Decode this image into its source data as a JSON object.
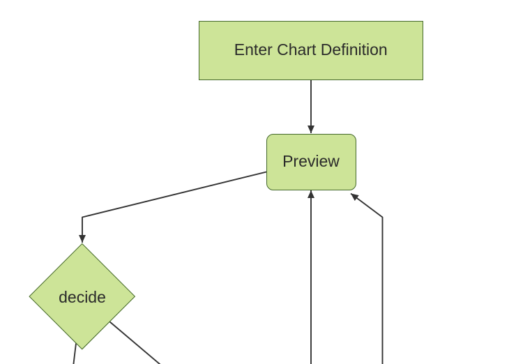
{
  "diagram": {
    "type": "flowchart-top-down",
    "background": "#ffffff",
    "colors": {
      "node_fill": "#cde498",
      "node_border": "#44682b",
      "edge": "#333333",
      "arrowhead": "#333333",
      "text": "#2a2a2a"
    },
    "nodes": [
      {
        "id": "enter-chart-definition",
        "shape": "rectangle",
        "label": "Enter Chart Definition"
      },
      {
        "id": "preview",
        "shape": "rounded-rectangle",
        "label": "Preview"
      },
      {
        "id": "decide",
        "shape": "diamond",
        "label": "decide"
      }
    ],
    "edges": [
      {
        "from": "enter-chart-definition",
        "to": "preview",
        "arrowhead_visible": true
      },
      {
        "from": "preview",
        "to": "decide",
        "arrowhead_visible": true
      },
      {
        "from": "decide",
        "to": "offscreen-bottom-left",
        "arrowhead_visible": false
      },
      {
        "from": "decide",
        "to": "offscreen-bottom-right",
        "arrowhead_visible": false
      },
      {
        "from": "offscreen-bottom",
        "to": "preview",
        "arrowhead_visible": true
      },
      {
        "from": "offscreen-bottom-right",
        "to": "preview",
        "arrowhead_visible": true
      }
    ]
  }
}
